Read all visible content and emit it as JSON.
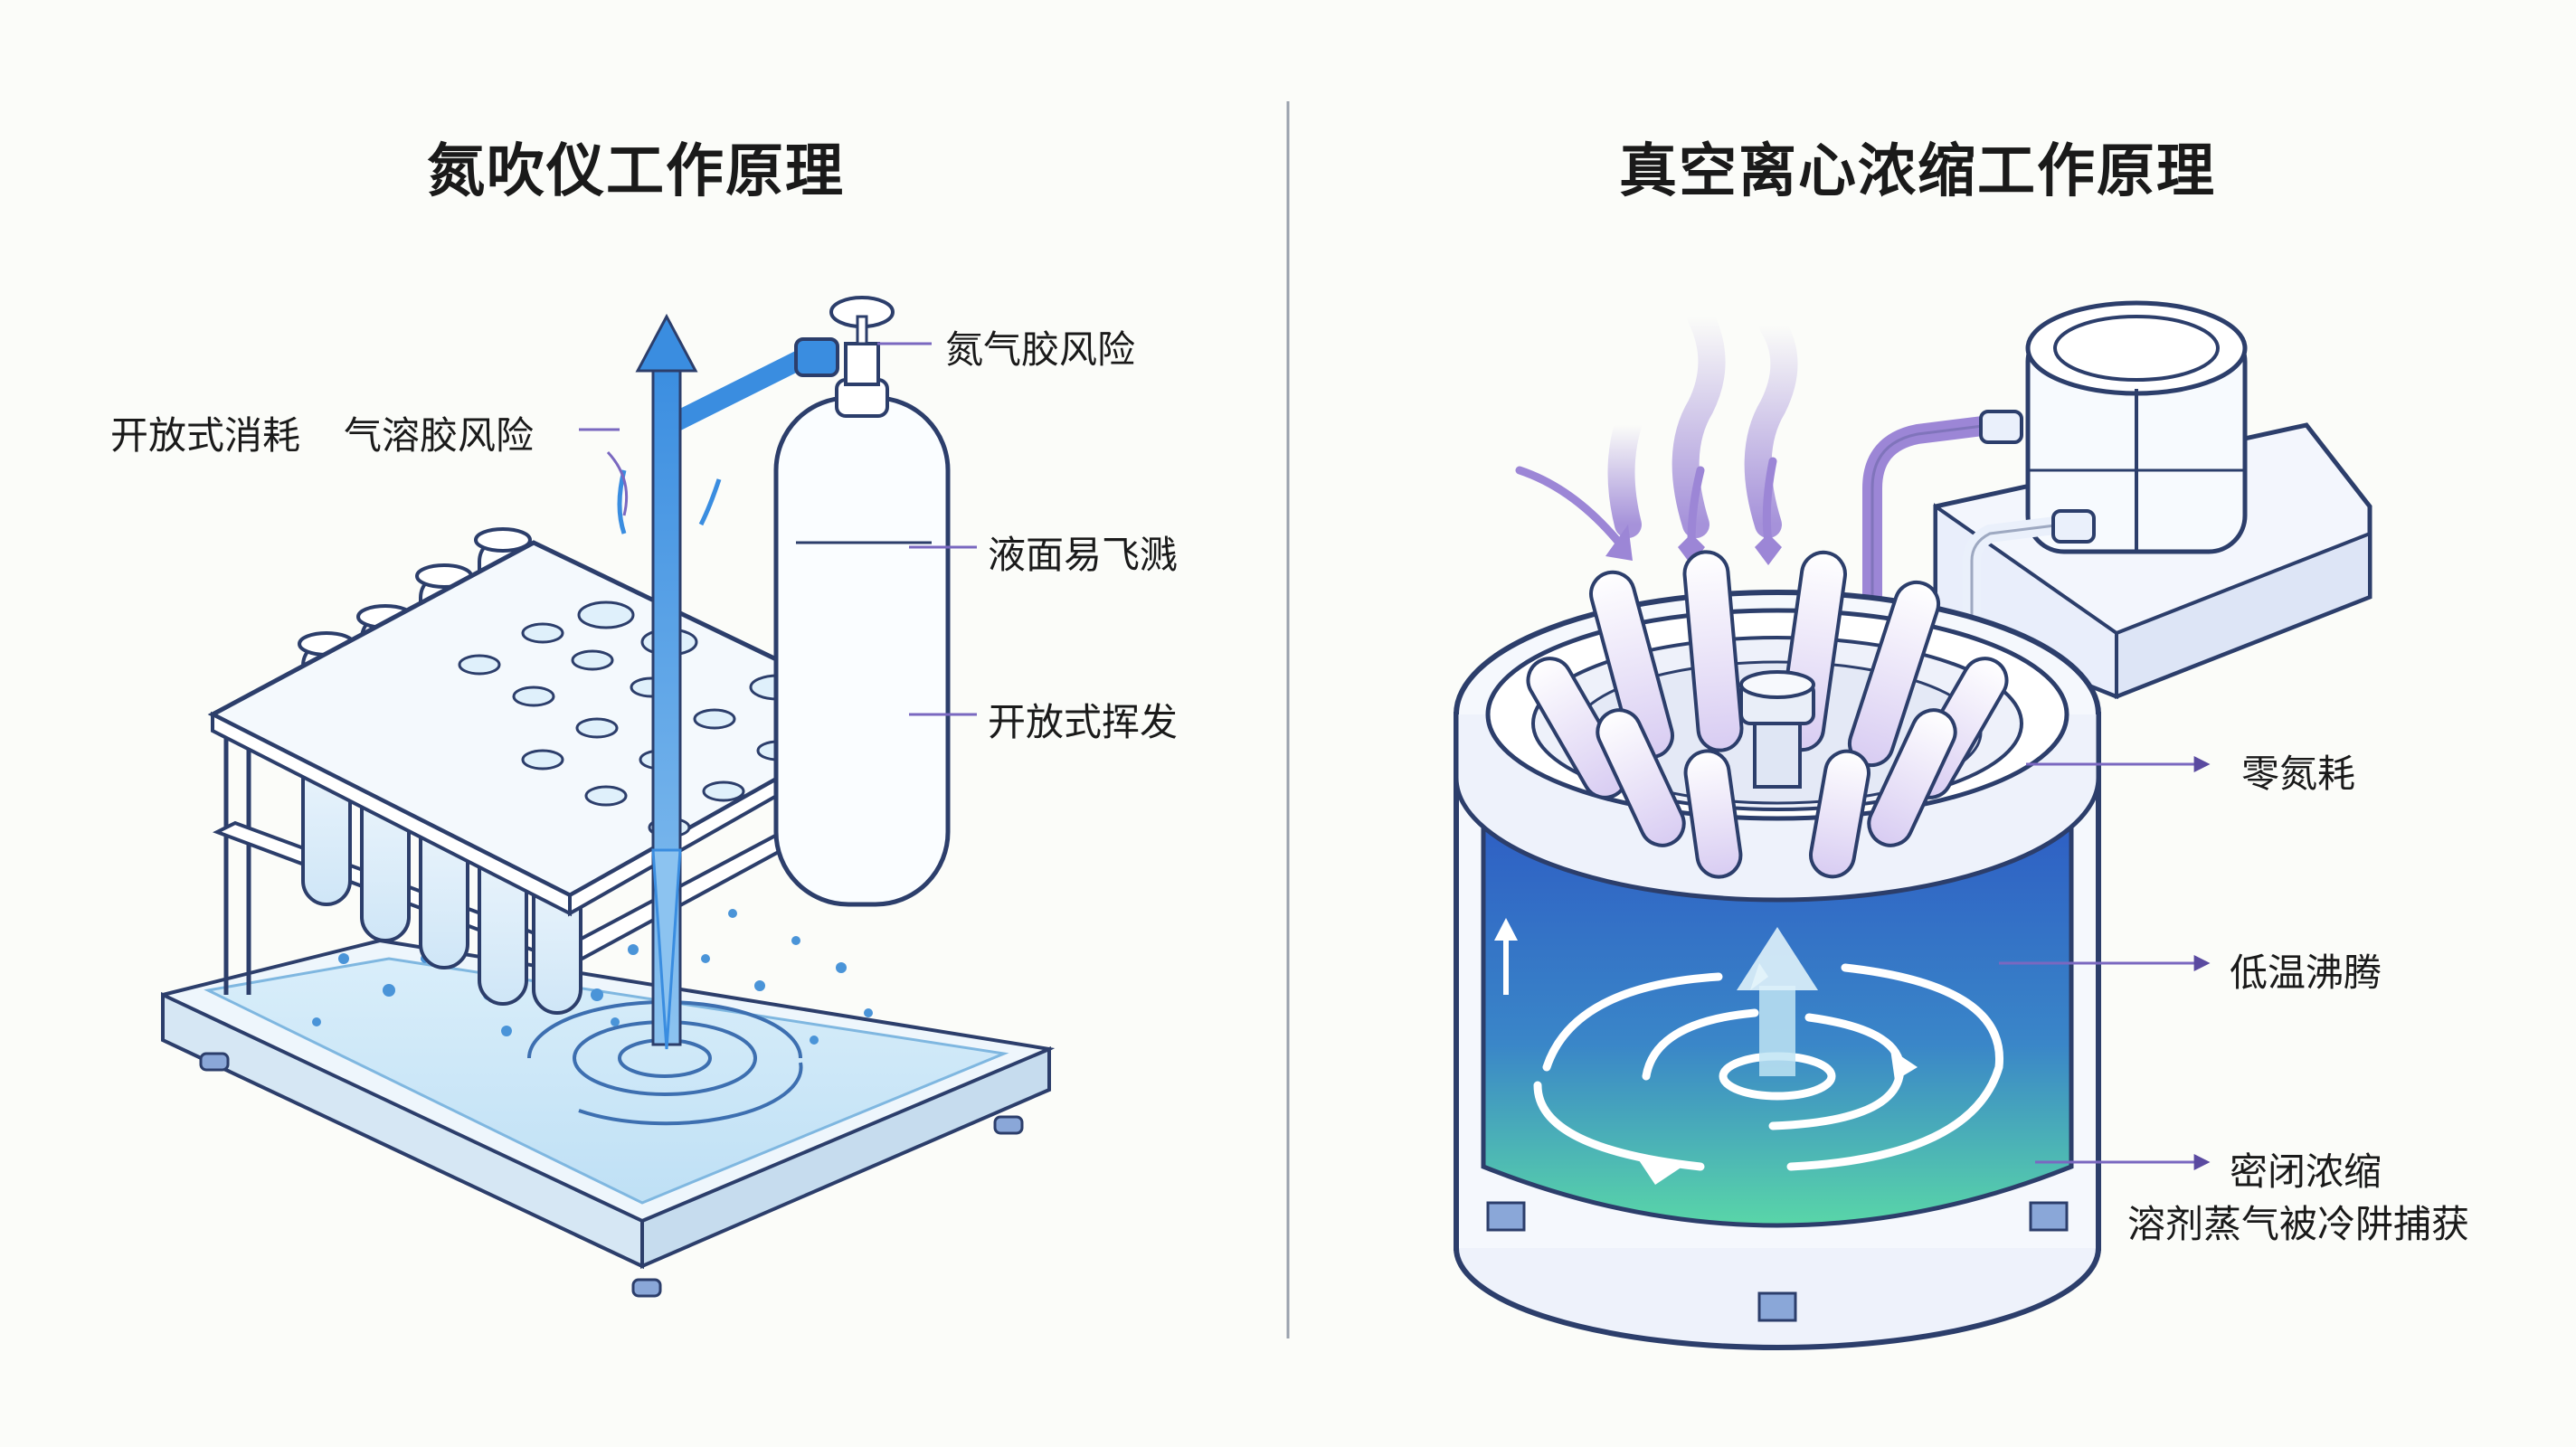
{
  "left_panel": {
    "title": "氮吹仪工作原理",
    "labels": {
      "nitrogen_aerosol": "氮气胶风险",
      "open_consumption": "开放式消耗",
      "aerosol_risk": "气溶胶风险",
      "splash": "液面易飞溅",
      "open_evaporation": "开放式挥发"
    }
  },
  "right_panel": {
    "title": "真空离心浓缩工作原理",
    "labels": {
      "zero_nitrogen": "零氮耗",
      "low_temp_boiling": "低温沸腾",
      "sealed_concentration": "密闭浓缩",
      "solvent_trapped": "溶剂蒸气被冷阱捕获"
    }
  },
  "colors": {
    "nitrogen_blue": "#3a8de0",
    "water_blue": "#bfe0f5",
    "vacuum_purple": "#9c86d6",
    "bath_green": "#59d6a8",
    "bath_deep_blue": "#2e5fc4",
    "outline": "#2c3e6b",
    "leader_line": "#7a68c0"
  }
}
